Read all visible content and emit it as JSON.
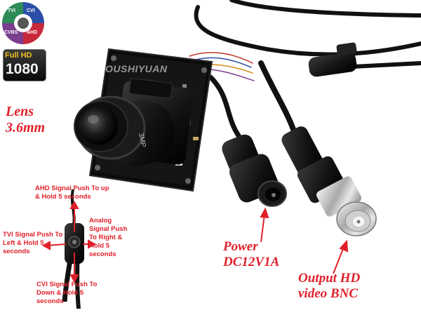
{
  "badges": {
    "modes": [
      "TVI",
      "CVI",
      "CVBS",
      "AHD"
    ],
    "full_hd_top": "Full HD",
    "full_hd_resolution": "1080"
  },
  "watermark": "OUSHIYUAN",
  "lens_label": [
    "Lens",
    "3.6mm"
  ],
  "power_label": [
    "Power",
    "DC12V1A"
  ],
  "output_label": [
    "Output HD",
    "video BNC"
  ],
  "joystick_notes": {
    "ahd": [
      "AHD Signal Push To up",
      "& Hold 5 seconds"
    ],
    "tvi": [
      "TVI Signal Push To",
      "Left & Hold 5",
      "seconds"
    ],
    "analog": [
      "Analog",
      "Signal Push",
      "To Right &",
      "Hold 5",
      "seconds"
    ],
    "cvi": [
      "CVI Signal Push To",
      "Down & Hold 5",
      "seconds"
    ]
  },
  "colors": {
    "annotation_red": "#e0202a",
    "tvi": "#2e8b57",
    "cvi": "#2b4fa8",
    "cvbs": "#7a3e8e",
    "ahd": "#c8283a"
  }
}
